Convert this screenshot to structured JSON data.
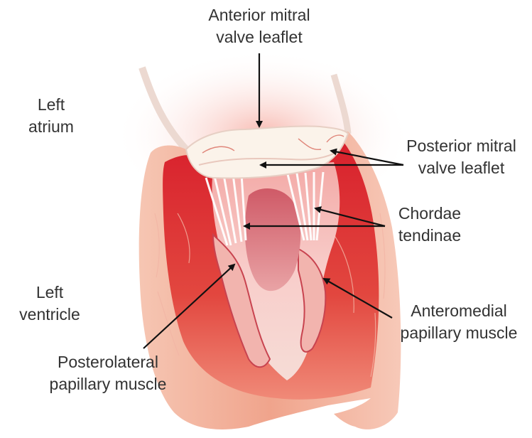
{
  "labels": {
    "anterior_leaflet": [
      "Anterior mitral",
      "valve leaflet"
    ],
    "left_atrium": [
      "Left",
      "atrium"
    ],
    "posterior_leaflet": [
      "Posterior mitral",
      "valve leaflet"
    ],
    "chordae": [
      "Chordae",
      "tendinae"
    ],
    "left_ventricle": [
      "Left",
      "ventricle"
    ],
    "anteromedial": [
      "Anteromedial",
      "papillary muscle"
    ],
    "posterolateral": [
      "Posterolateral",
      "papillary muscle"
    ]
  },
  "colors": {
    "text": "#333333",
    "arrow": "#111111",
    "outer_wall": "#f3b49e",
    "inner_red": "#d8232e",
    "cavity": "#f7c3c0",
    "leaflet": "#fbf4ea"
  }
}
